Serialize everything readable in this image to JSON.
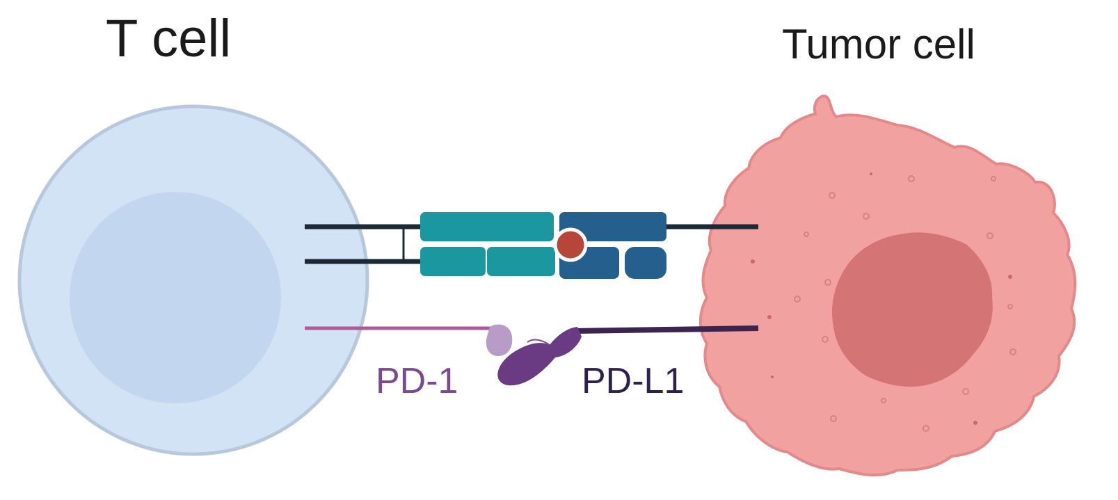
{
  "labels": {
    "t_cell": "T cell",
    "tumor_cell": "Tumor cell",
    "pd1": "PD-1",
    "pdl1": "PD-L1"
  },
  "colors": {
    "t_cell_outer": "#d3e3f6",
    "t_cell_nucleus": "#c2d6ef",
    "tumor_outer": "#f2a1a1",
    "tumor_nucleus": "#d57474",
    "teal_block": "#1b97a0",
    "blue_block": "#245f8e",
    "antigen": "#b8453a",
    "pd1_color": "#b99bc8",
    "pdl1_color": "#6a3a82",
    "membrane_line": "#1b2a36"
  }
}
